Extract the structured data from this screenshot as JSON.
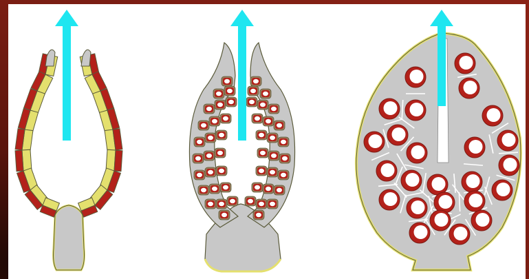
{
  "colors": {
    "background_dark": "#2a0c08",
    "background_red": "#7a1a12",
    "panel": "#ffffff",
    "arrow": "#1ee6f0",
    "gray_tissue": "#c8c8c8",
    "outline": "#5a5a3a",
    "yellow_layer": "#e4e06e",
    "red_layer": "#b3211a",
    "brown_cell": "#9a7a5a",
    "white_nucleus": "#ffffff"
  },
  "stages": [
    {
      "id": "stage-1",
      "form": "open-cup",
      "arrow_icon": "up-arrow-icon"
    },
    {
      "id": "stage-2",
      "form": "folded-cup",
      "arrow_icon": "up-arrow-icon"
    },
    {
      "id": "stage-3",
      "form": "closed-ovoid",
      "arrow_icon": "up-arrow-icon"
    }
  ]
}
